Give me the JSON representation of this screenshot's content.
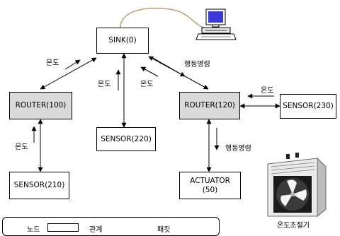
{
  "nodes": {
    "sink": "SINK(0)",
    "router_left": "ROUTER(100)",
    "router_right": "ROUTER(120)",
    "sensor_210": "SENSOR(210)",
    "sensor_220": "SENSOR(220)",
    "sensor_230": "SENSOR(230)",
    "actuator_line1": "ACTUATOR",
    "actuator_line2": "(50)"
  },
  "labels": {
    "temp_sink_left": "온도",
    "temp_220": "온도",
    "temp_sink_right": "온도",
    "temp_230": "온도",
    "temp_210": "온도",
    "command_top": "행동명령",
    "command_actuator": "행동명령",
    "aircon": "온도조절기"
  },
  "legend": {
    "node": "노드",
    "relation": "관계",
    "packet": "패킷"
  },
  "colors": {
    "router_fill": "#d9d9d9",
    "cable": "#b9a56a"
  },
  "icons": [
    "computer-icon",
    "air-conditioner-icon"
  ]
}
